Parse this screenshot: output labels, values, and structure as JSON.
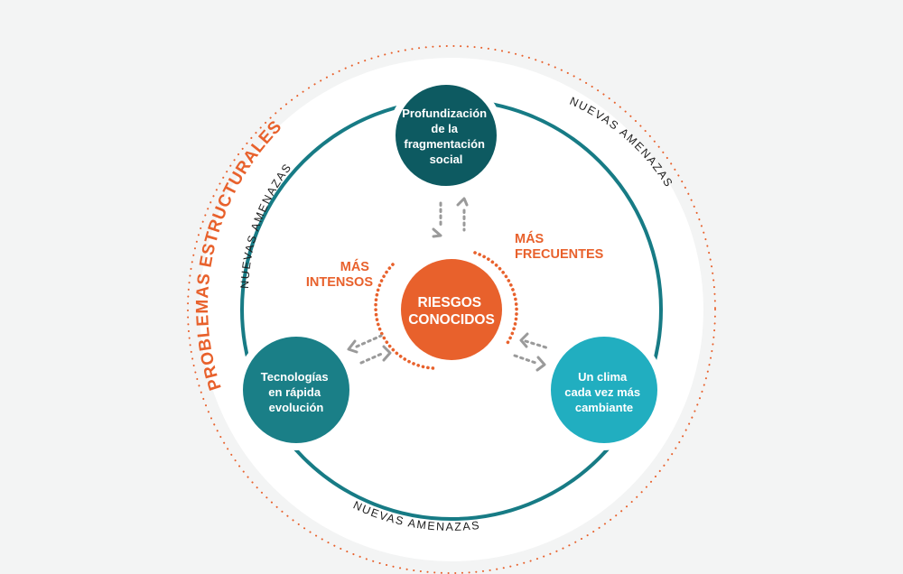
{
  "outer_ring_label": "PROBLEMAS ESTRUCTURALES",
  "ring_labels": [
    "NUEVAS AMENAZAS",
    "NUEVAS AMENAZAS",
    "NUEVAS AMENAZAS"
  ],
  "center": {
    "lines": [
      "RIESGOS",
      "CONOCIDOS"
    ]
  },
  "side_labels": {
    "left": [
      "MÁS",
      "INTENSOS"
    ],
    "right": [
      "MÁS",
      "FRECUENTES"
    ]
  },
  "nodes": [
    {
      "lines": [
        "Profundización",
        "de la",
        "fragmentación",
        "social"
      ]
    },
    {
      "lines": [
        "Tecnologías",
        "en rápida",
        "evolución"
      ]
    },
    {
      "lines": [
        "Un clima",
        "cada vez más",
        "cambiante"
      ]
    }
  ],
  "colors": {
    "background": "#f3f4f4",
    "orange": "#e8612c",
    "dark_teal": "#0d5a61",
    "mid_teal": "#1a7f87",
    "light_teal": "#21aec0",
    "ring_teal": "#177b85",
    "arrow_gray": "#9a9a9a"
  }
}
